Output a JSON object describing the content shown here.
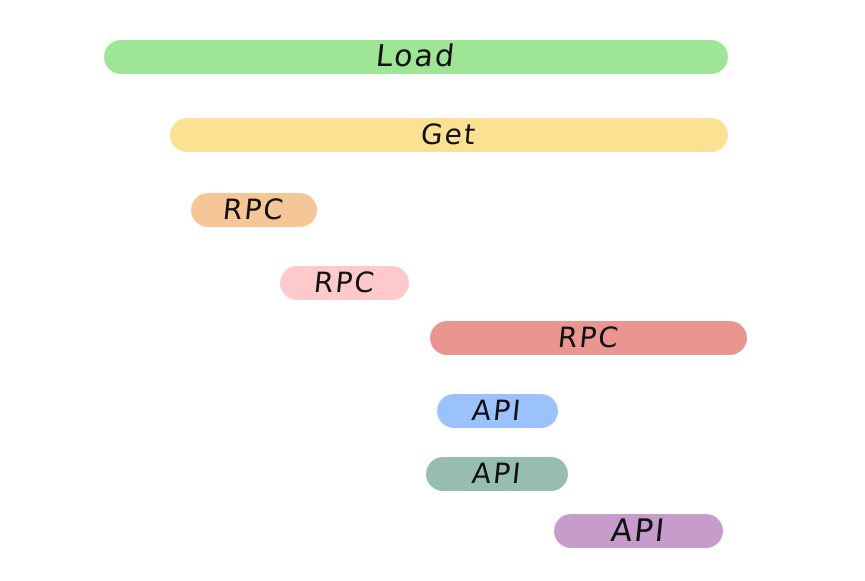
{
  "bars": [
    {
      "label": "Load",
      "color": "#9ee596"
    },
    {
      "label": "Get",
      "color": "#fde192"
    },
    {
      "label": "RPC",
      "color": "#f5c796"
    },
    {
      "label": "RPC",
      "color": "#fdc9cb"
    },
    {
      "label": "RPC",
      "color": "#e99590"
    },
    {
      "label": "API",
      "color": "#9cc2fd"
    },
    {
      "label": "API",
      "color": "#96bdae"
    },
    {
      "label": "API",
      "color": "#c59cca"
    }
  ]
}
